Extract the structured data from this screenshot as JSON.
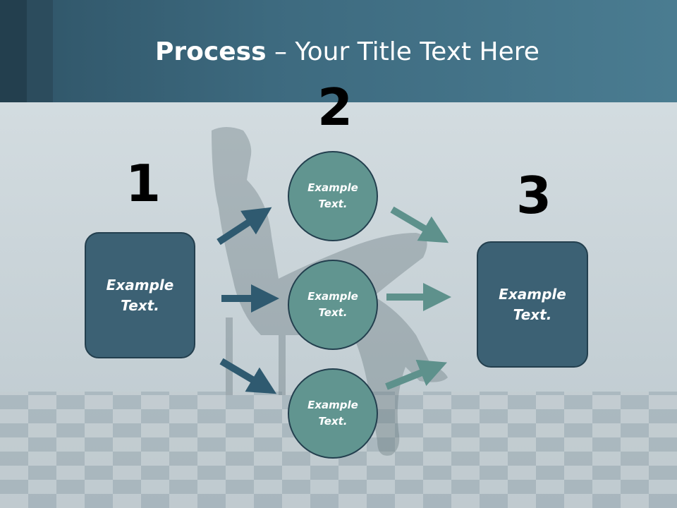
{
  "title": {
    "bold": "Process",
    "rest": " – Your Title Text Here"
  },
  "numbers": {
    "one": "1",
    "two": "2",
    "three": "3"
  },
  "left_box": {
    "line1": "Example",
    "line2": "Text."
  },
  "right_box": {
    "line1": "Example",
    "line2": "Text."
  },
  "circles": [
    {
      "line1": "Example",
      "line2": "Text."
    },
    {
      "line1": "Example",
      "line2": "Text."
    },
    {
      "line1": "Example",
      "line2": "Text."
    }
  ],
  "colors": {
    "header": "#3d6a7f",
    "box_fill": "#3c6174",
    "circle_fill": "#619590",
    "arrow_left": "#2f5a70",
    "arrow_right": "#5e918c"
  }
}
